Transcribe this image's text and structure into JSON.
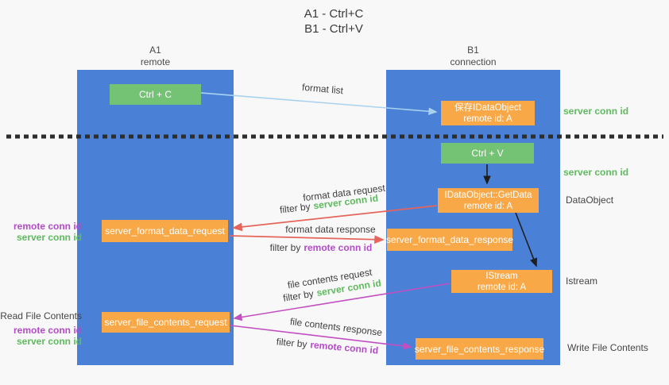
{
  "colors": {
    "bg": "#f8f8f8",
    "blue": "#4a81d6",
    "green": "#74c274",
    "orange": "#f9a847",
    "red": "#e6645c",
    "magenta": "#c24fc2",
    "lightblue": "#a9d2f0",
    "green_text": "#5fba5f",
    "purple_text": "#b44bc8",
    "dark": "#3d3d3d"
  },
  "title": {
    "line1": "A1 - Ctrl+C",
    "line2": "B1 - Ctrl+V"
  },
  "columns": {
    "left": {
      "name": "A1",
      "subtitle": "remote"
    },
    "right": {
      "name": "B1",
      "subtitle": "connection"
    }
  },
  "nodes": {
    "ctrl_c": {
      "label": "Ctrl + C"
    },
    "ctrl_v": {
      "label": "Ctrl + V"
    },
    "save_dataobject": {
      "line1": "保存IDataObject",
      "line2": "remote id: A"
    },
    "getdata": {
      "line1": "IDataObject::GetData",
      "line2": "remote id: A"
    },
    "istream": {
      "line1": "IStream",
      "line2": "remote id: A"
    },
    "format_request": {
      "label": "server_format_data_request"
    },
    "format_response": {
      "label": "server_format_data_response"
    },
    "file_request": {
      "label": "server_file_contents_request"
    },
    "file_response": {
      "label": "server_file_contents_response"
    }
  },
  "side_labels": {
    "server_conn_id_top": "server conn id",
    "server_conn_id_mid": "server conn id",
    "dataobject": "DataObject",
    "istream": "Istream",
    "write_file_contents": "Write File Contents",
    "read_file_contents": "Read File Contents",
    "left_pair1": {
      "remote": "remote conn id",
      "server": "server conn id"
    },
    "left_pair2": {
      "remote": "remote conn id",
      "server": "server conn id"
    }
  },
  "arrow_labels": {
    "format_list": "format list",
    "format_data_request": "format data request",
    "filter_by_1": "filter by",
    "filter_val_1": "server conn id",
    "format_data_response": "format data response",
    "filter_by_2": "filter by",
    "filter_val_2": "remote conn id",
    "file_contents_request": "file contents request",
    "filter_by_3": "filter by",
    "filter_val_3": "server conn id",
    "file_contents_response": "file contents response",
    "filter_by_4": "filter by",
    "filter_val_4": "remote conn id"
  }
}
